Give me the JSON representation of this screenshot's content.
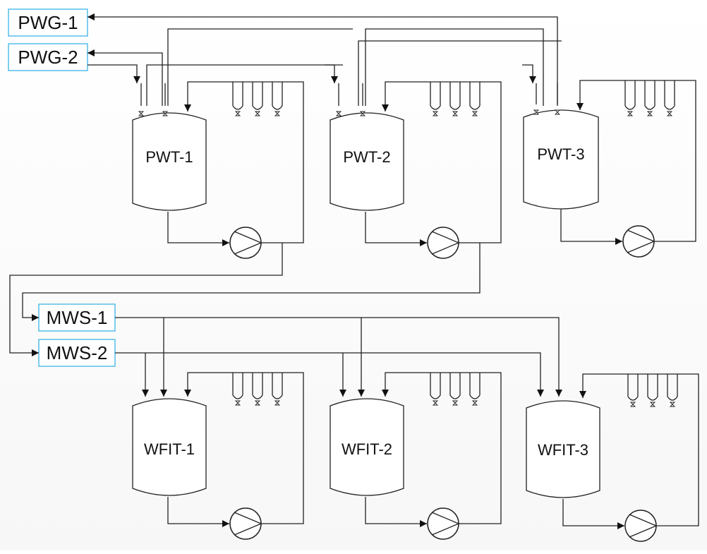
{
  "sources": {
    "pwg1": "PWG-1",
    "pwg2": "PWG-2",
    "mws1": "MWS-1",
    "mws2": "MWS-2"
  },
  "tanks": {
    "pwt1": "PWT-1",
    "pwt2": "PWT-2",
    "pwt3": "PWT-3",
    "wfit1": "WFIT-1",
    "wfit2": "WFIT-2",
    "wfit3": "WFIT-3"
  },
  "colors": {
    "source_box_border": "#3ab4e6",
    "line": "#222222"
  }
}
